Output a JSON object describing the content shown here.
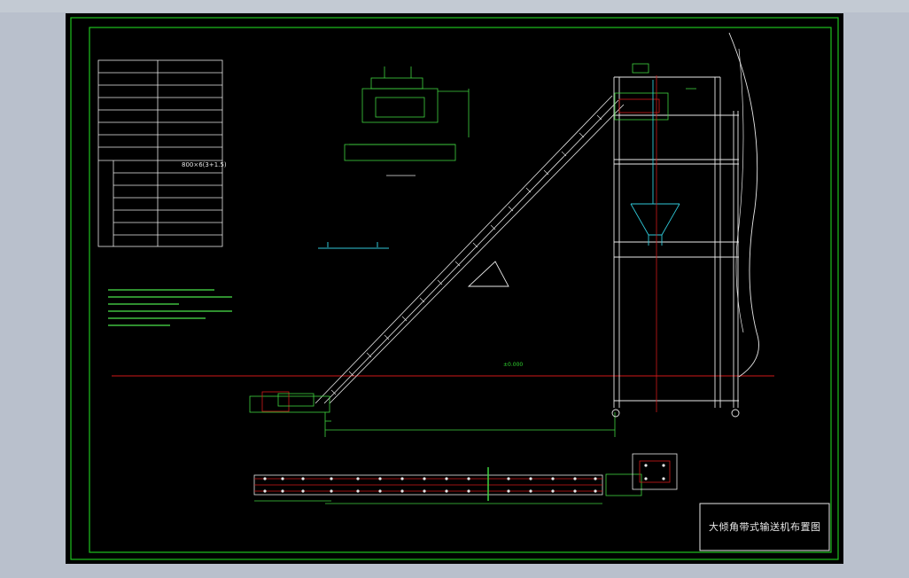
{
  "drawing": {
    "title": "大倾角带式输送机布置图",
    "elevation_label": "±0.000",
    "param_table": {
      "highlighted_value": "800×6(3+1.5)"
    }
  },
  "colors": {
    "background": "#000000",
    "frame": "#1fc21f",
    "structure": "#3fd23f",
    "ground_line": "#d01818",
    "centerline": "#2fc8d8",
    "text": "#e8e8e8"
  }
}
